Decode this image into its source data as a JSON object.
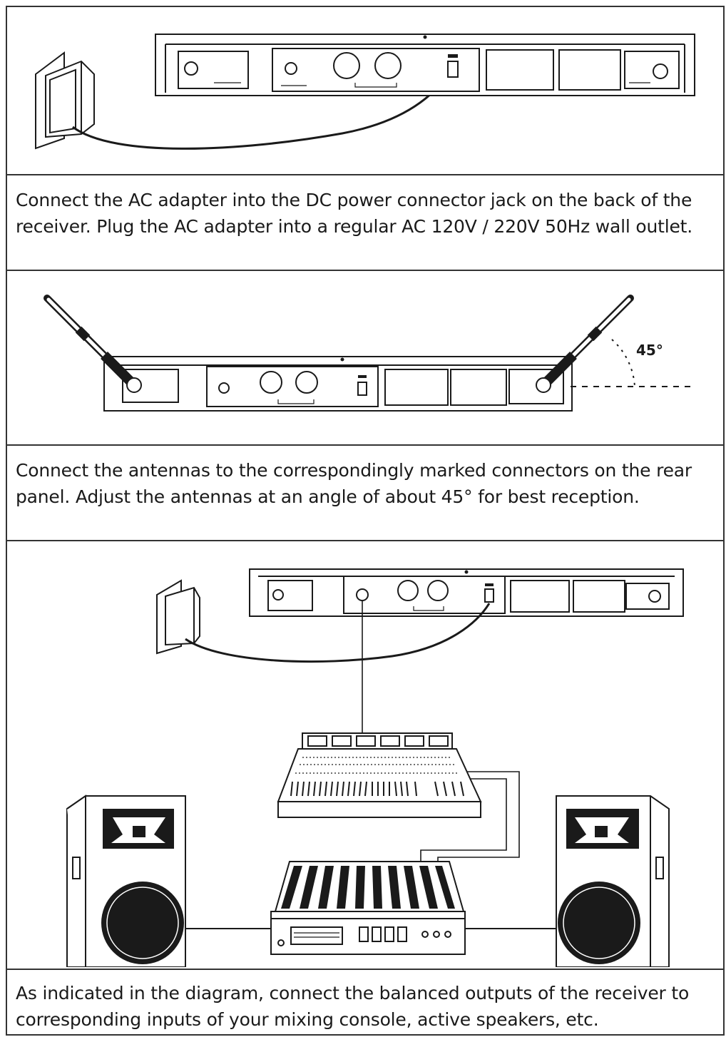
{
  "steps": [
    {
      "text": "Connect the AC adapter into the DC power connector jack on the back of the receiver. Plug the AC adapter into a regular AC 120V / 220V 50Hz wall outlet."
    },
    {
      "text": "Connect the antennas to the correspondingly marked connectors on the rear panel. Adjust the antennas at an angle of about 45° for best reception.",
      "angle_label": "45°"
    },
    {
      "text": "As indicated in the diagram, connect the balanced outputs of the receiver to corresponding inputs of your mixing console, active speakers, etc."
    }
  ]
}
